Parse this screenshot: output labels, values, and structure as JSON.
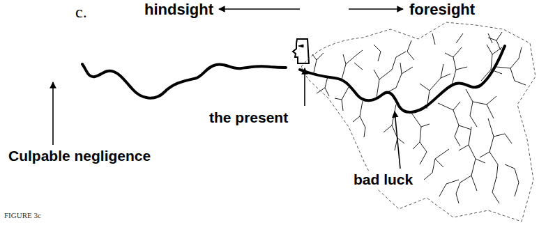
{
  "diagram": {
    "caption": "FIGURE 3c",
    "labels": [
      "c.",
      "hindsight",
      "foresight",
      "the present",
      "Culpable negligence",
      "bad luck"
    ]
  }
}
